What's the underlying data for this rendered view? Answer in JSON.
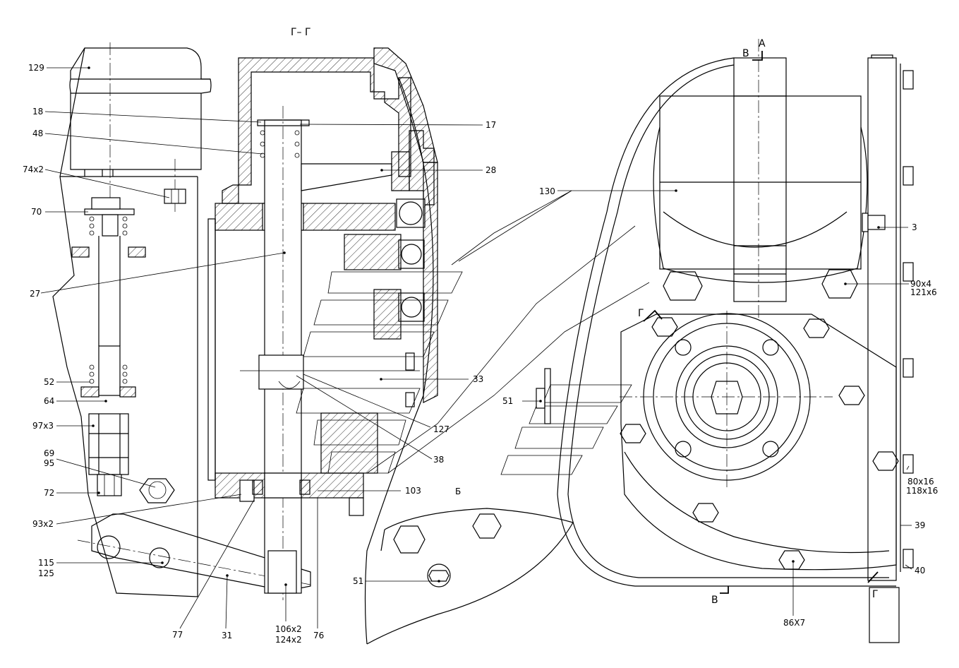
{
  "section_labels": {
    "section_gg": "Г– Г",
    "arrow_a": "А",
    "arrow_v_top": "В",
    "arrow_v_bottom": "В",
    "arrow_g_top": "Г",
    "arrow_g_bottom": "Г",
    "view_b": "Б"
  },
  "callouts": [
    {
      "id": "129",
      "text": "129"
    },
    {
      "id": "18",
      "text": "18"
    },
    {
      "id": "48",
      "text": "48"
    },
    {
      "id": "74x2",
      "text": "74x2"
    },
    {
      "id": "70",
      "text": "70"
    },
    {
      "id": "27",
      "text": "27"
    },
    {
      "id": "52",
      "text": "52"
    },
    {
      "id": "64",
      "text": "64"
    },
    {
      "id": "97x3",
      "text": "97x3"
    },
    {
      "id": "69",
      "text": "69"
    },
    {
      "id": "95",
      "text": "95"
    },
    {
      "id": "72",
      "text": "72"
    },
    {
      "id": "93x2",
      "text": "93x2"
    },
    {
      "id": "115",
      "text": "115"
    },
    {
      "id": "125",
      "text": "125"
    },
    {
      "id": "77",
      "text": "77"
    },
    {
      "id": "31",
      "text": "31"
    },
    {
      "id": "106x2",
      "text": "106x2"
    },
    {
      "id": "124x2",
      "text": "124x2"
    },
    {
      "id": "76",
      "text": "76"
    },
    {
      "id": "17",
      "text": "17"
    },
    {
      "id": "28",
      "text": "28"
    },
    {
      "id": "33",
      "text": "33"
    },
    {
      "id": "127",
      "text": "127"
    },
    {
      "id": "38",
      "text": "38"
    },
    {
      "id": "103",
      "text": "103"
    },
    {
      "id": "51a",
      "text": "51"
    },
    {
      "id": "51b",
      "text": "51"
    },
    {
      "id": "130",
      "text": "130"
    },
    {
      "id": "3",
      "text": "3"
    },
    {
      "id": "90x4",
      "text": "90x4"
    },
    {
      "id": "121x6",
      "text": "121x6"
    },
    {
      "id": "80x16",
      "text": "80x16"
    },
    {
      "id": "118x16",
      "text": "118x16"
    },
    {
      "id": "39",
      "text": "39"
    },
    {
      "id": "40",
      "text": "40"
    },
    {
      "id": "86x7",
      "text": "86X7"
    }
  ]
}
